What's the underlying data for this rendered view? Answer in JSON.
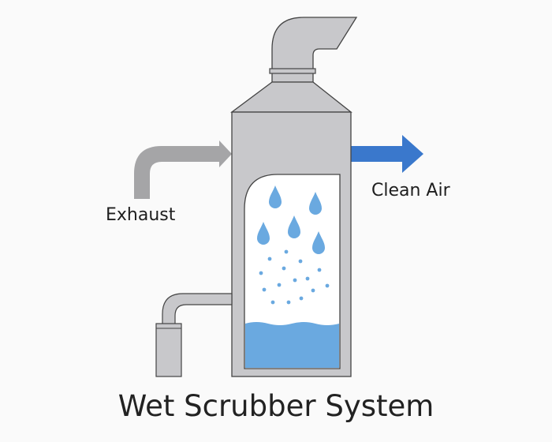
{
  "title": "Wet Scrubber System",
  "labels": {
    "inlet": "Exhaust",
    "outlet": "Clean Air"
  },
  "colors": {
    "body": "#c8c8cb",
    "outline": "#444444",
    "inlet_arrow": "#a5a5a7",
    "outlet_arrow": "#3a78cc",
    "water": "#6aa9e0",
    "background": "#fafafa"
  }
}
